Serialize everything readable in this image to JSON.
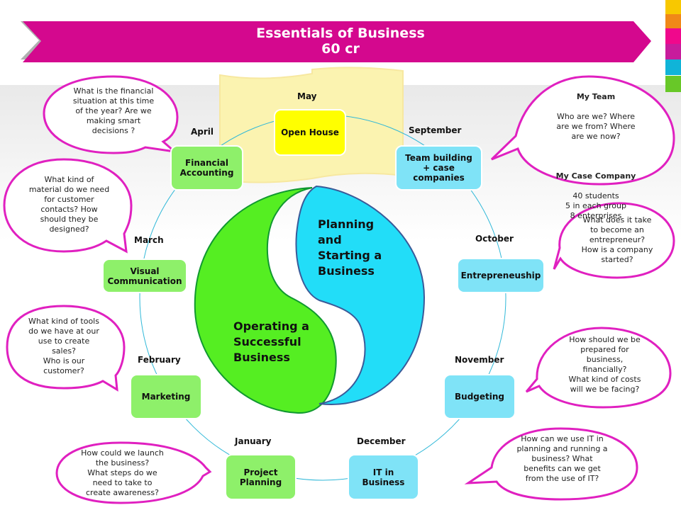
{
  "header": {
    "title": "Essentials of Business",
    "subtitle": "60 cr"
  },
  "colors": {
    "banner": "#d4088e",
    "bubble_border": "#e020c0",
    "green_node": "#8ef06a",
    "blue_node": "#7fe3f7",
    "yellow_node": "#ffff00",
    "green_shape": "#55ee22",
    "blue_shape": "#22ddf8",
    "stripes": [
      "#f8c800",
      "#f08818",
      "#f0088c",
      "#c81c9c",
      "#10b4d8",
      "#68c828"
    ]
  },
  "center": {
    "planning": "Planning\nand\nStarting a\nBusiness",
    "operating": "Operating a\nSuccessful\nBusiness"
  },
  "months": {
    "may": "May",
    "april": "April",
    "september": "September",
    "march": "March",
    "october": "October",
    "february": "February",
    "november": "November",
    "january": "January",
    "december": "December"
  },
  "nodes": {
    "open_house": "Open House",
    "financial_accounting": "Financial\nAccounting",
    "team_building": "Team  building\n+ case\ncompanies",
    "visual_communication": "Visual\nCommunication",
    "entrepreneurship": "Entrepreneuship",
    "marketing": "Marketing",
    "budgeting": "Budgeting",
    "project_planning": "Project\nPlanning",
    "it_in_business": "IT  in\nBusiness"
  },
  "bubbles": {
    "financial": "What is the financial\nsituation at this time\nof the year? Are we\nmaking smart\ndecisions ?",
    "team_heading": "My Team",
    "team_text": "Who are we? Where\nare we from? Where\nare we now?",
    "case_heading": "My Case Company",
    "case_text": "40 students\n5 in each group\n8 enterprises",
    "material": "What kind of\nmaterial do we need\nfor customer\ncontacts? How\nshould they be\ndesigned?",
    "entrepreneur": "What does it take\nto become an\nentrepreneur?\nHow is a company\nstarted?",
    "tools": "What kind of tools\ndo we have at our\nuse to create\nsales?\nWho is our\ncustomer?",
    "prepared": "How should we be\nprepared for\nbusiness,\nfinancially?\nWhat kind of costs\nwill we be facing?",
    "launch": "How could we launch\nthe business?\nWhat steps do we\nneed to take to\ncreate awareness?",
    "it": "How can  we use IT in\nplanning and running a\nbusiness? What\nbenefits can we get\nfrom the use of IT?"
  }
}
